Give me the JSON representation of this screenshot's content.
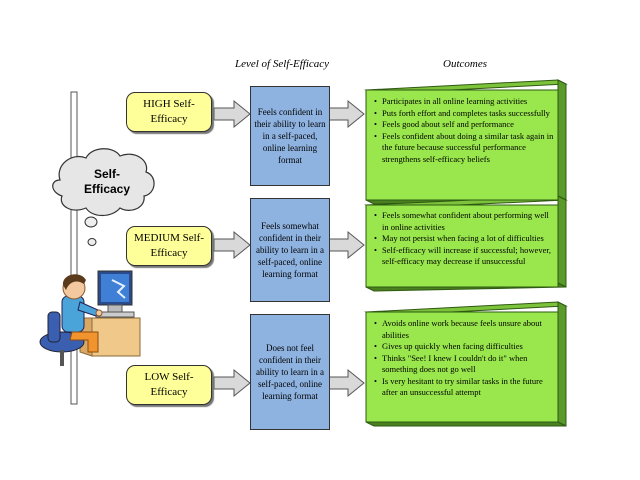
{
  "headers": {
    "level": "Level of Self-Efficacy",
    "outcomes": "Outcomes"
  },
  "cloud": {
    "line1": "Self-",
    "line2": "Efficacy"
  },
  "rows": [
    {
      "level_label": "HIGH Self-Efficacy",
      "description": "Feels confident in their ability to learn in a self-paced, online learning format",
      "outcomes": [
        "Participates in all online learning activities",
        "Puts forth effort and completes tasks successfully",
        "Feels good about self and performance",
        "Feels confident about doing a similar task again in the future because successful performance strengthens self-efficacy  beliefs"
      ]
    },
    {
      "level_label": "MEDIUM Self-Efficacy",
      "description": "Feels somewhat confident in their ability to learn in a self-paced, online learning format",
      "outcomes": [
        "Feels somewhat confident about performing well in online activities",
        "May not persist when facing  a lot of difficulties",
        " Self-efficacy  will increase if successful; however, self-efficacy  may decrease  if unsuccessful"
      ]
    },
    {
      "level_label": "LOW Self-Efficacy",
      "description": "Does not feel confident in their ability to learn in a self-paced, online learning format",
      "outcomes": [
        "Avoids online work because feels unsure about abilities",
        "Gives up quickly when facing difficulties",
        "Thinks \"See! I knew I couldn't do it\" when something does not go well",
        "Is very hesitant to try similar tasks in the future after an unsuccessful attempt"
      ]
    }
  ],
  "colors": {
    "level_pill": "#ffff99",
    "description_box": "#8fb3e0",
    "outcome_box": "#99e64d",
    "outcome_box_side": "#5a9a2a",
    "arrow": "#d9d9d9"
  },
  "icons": [
    "cloud-icon",
    "person-at-computer-icon",
    "arrow-icon"
  ]
}
